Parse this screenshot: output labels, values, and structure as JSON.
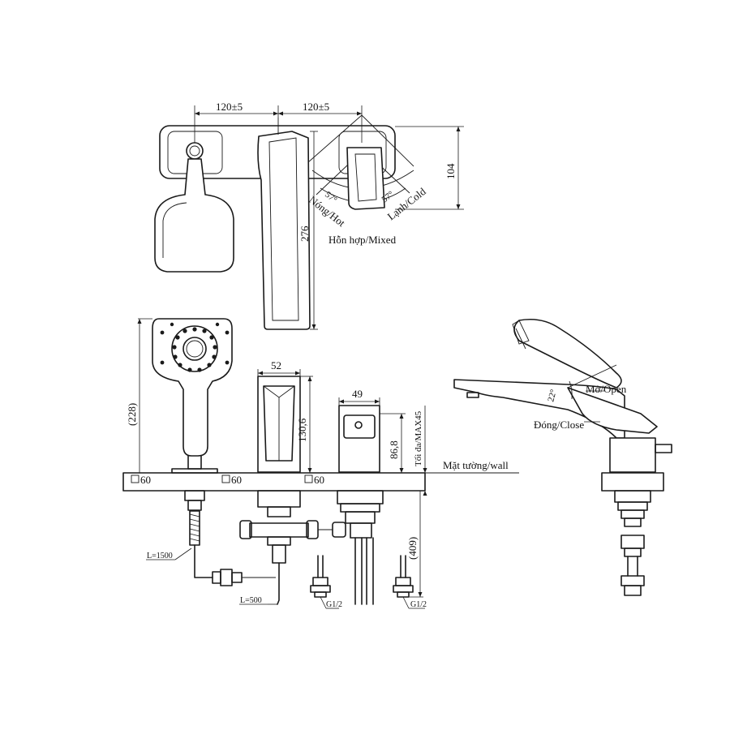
{
  "top_view": {
    "dim_spacing_left": "120±5",
    "dim_spacing_right": "120±5",
    "dim_height": "104",
    "dim_spout_length": "276",
    "angle_hot": "57°",
    "angle_cold": "57°",
    "label_hot": "Nóng/Hot",
    "label_cold": "Lạnh/Cold",
    "label_mixed": "Hỗn hợp/Mixed"
  },
  "front_view": {
    "dim_shower_height": "(228)",
    "dim_spout_width": "52",
    "dim_spout_height": "130,6",
    "dim_handle_width": "49",
    "dim_handle_height": "86,8",
    "dim_max_thickness": "Tối đa/MAX45",
    "dim_base_1": "60",
    "dim_base_2": "60",
    "dim_base_3": "60",
    "dim_pipe_length": "(409)",
    "label_wall": "Mặt tường/wall",
    "hose_length_1": "L=1500",
    "hose_length_2": "L=500",
    "thread_1": "G1/2",
    "thread_2": "G1/2"
  },
  "side_view": {
    "angle_open": "22°",
    "label_open": "Mở/Open",
    "label_close": "Đóng/Close"
  }
}
